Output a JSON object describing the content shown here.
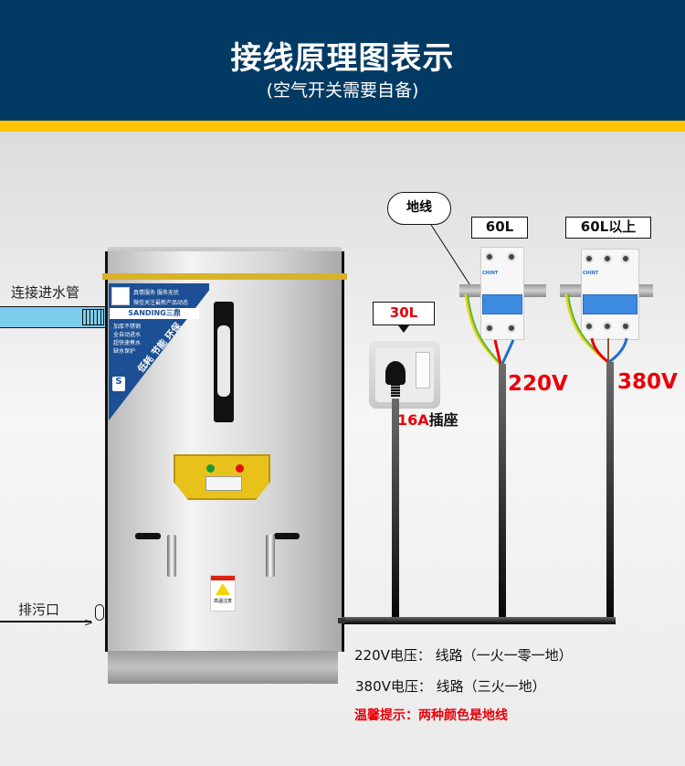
{
  "header": {
    "title": "接线原理图表示",
    "subtitle": "(空气开关需要自备)",
    "bg_color": "#033a63",
    "band_color": "#fec500"
  },
  "boiler": {
    "brand": "SANDING三鼎",
    "sticker_slogan": "真情服务 服务无忧",
    "sticker_wechat": "微信关注最新产品动态",
    "features": [
      "加厚不锈钢",
      "全自动进水",
      "超快速煮水",
      "缺水保护"
    ],
    "sticker_tagline": "低耗 节能 环保",
    "warning_label": "高温注意",
    "led_colors": [
      "#1a9a3a",
      "#e01010"
    ]
  },
  "labels": {
    "water_inlet": "连接进水管",
    "drain": "排污口",
    "ground_cloud": "地线",
    "socket_capacity_box": "30L",
    "breaker_2p_box": "60L",
    "breaker_3p_box": "60L以上",
    "socket_rating_red": "16A",
    "socket_rating_text": "插座",
    "voltage_220": "220V",
    "voltage_380": "380V",
    "breaker_brand": "CHINT"
  },
  "notes": {
    "line1": "220V电压：  线路（一火一零一地）",
    "line2": "380V电压：  线路（三火一地）",
    "tip": "温馨提示：两种颜色是地线"
  },
  "wire_colors": {
    "ground": "#8cc63f",
    "live": "#e8000a",
    "neutral": "#1f6fd0",
    "live2": "#8b5a2b"
  }
}
